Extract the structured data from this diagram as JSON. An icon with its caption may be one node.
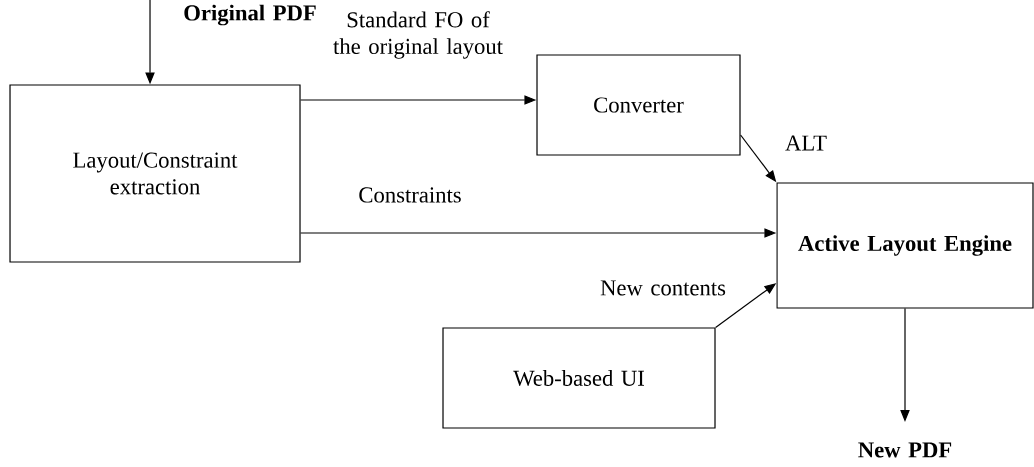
{
  "diagram": {
    "nodes": [
      {
        "text": [
          "Layout/Constraint extraction"
        ]
      },
      {
        "text": [
          "Converter"
        ]
      },
      {
        "text": [
          "Active Layout Engine"
        ]
      },
      {
        "text": [
          "Web-based UI"
        ]
      }
    ],
    "edges": [
      {
        "from": null,
        "to": 0,
        "arrow": "to",
        "label": "Original PDF"
      },
      {
        "from": 0,
        "to": 1,
        "arrow": "to",
        "label": "Standard FO of the original layout"
      },
      {
        "from": 1,
        "to": 2,
        "arrow": "to",
        "label": "ALT"
      },
      {
        "from": 0,
        "to": 2,
        "arrow": "to",
        "label": "Constraints"
      },
      {
        "from": 3,
        "to": 2,
        "arrow": "to",
        "label": "New contents"
      },
      {
        "from": 2,
        "to": null,
        "arrow": "to",
        "label": "New PDF"
      }
    ]
  }
}
